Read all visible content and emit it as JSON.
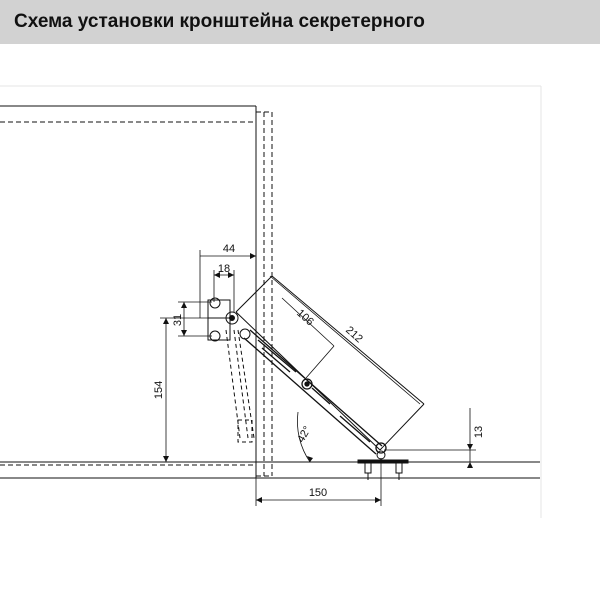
{
  "header": {
    "title": "Схема установки кронштейна секретерного"
  },
  "diagram": {
    "dimensions": {
      "d44": "44",
      "d18": "18",
      "d31": "31",
      "d154": "154",
      "d106": "106",
      "d212": "212",
      "d42": "42°",
      "d13": "13",
      "d150": "150"
    },
    "colors": {
      "title_bar": "#d2d2d2",
      "lines": "#111111"
    }
  }
}
